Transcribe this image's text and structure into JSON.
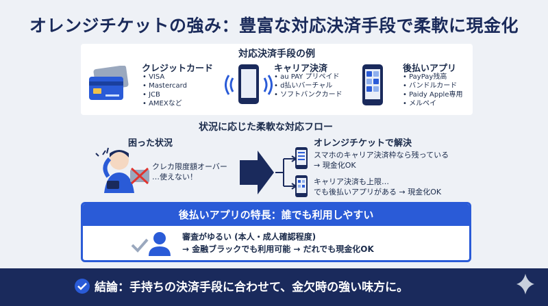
{
  "title": "オレンジチケットの強み：豊富な対応決済手段で柔軟に現金化",
  "methods": {
    "heading": "対応決済手段の例",
    "items": [
      {
        "title": "クレジットカード",
        "list": [
          "VISA",
          "Mastercard",
          "JCB",
          "AMEXなど"
        ]
      },
      {
        "title": "キャリア決済",
        "list": [
          "au PAY プリペイド",
          "d払いバーチャル",
          "ソフトバンクカード"
        ]
      },
      {
        "title": "後払いアプリ",
        "list": [
          "PayPay残高",
          "バンドルカード",
          "Paidy Apple専用",
          "メルペイ"
        ]
      }
    ]
  },
  "flow": {
    "heading": "状況に応じた柔軟な対応フロー",
    "problem_heading": "困った状況",
    "problem_lines": [
      "クレカ限度額オーバー",
      "…使えない！"
    ],
    "solution_heading": "オレンジチケットで解決",
    "solution1_lines": [
      "スマホのキャリア決済枠なら残っている",
      "→ 現金化OK"
    ],
    "solution2_lines": [
      "キャリア決済も上限…",
      "でも後払いアプリがある → 現金化OK"
    ]
  },
  "feature": {
    "heading": "後払いアプリの特長：誰でも利用しやすい",
    "line1": "審査がゆるい (本人・成人確認程度)",
    "line2": "→ 金融ブラックでも利用可能 → だれでも現金化OK"
  },
  "conclusion": "結論：手持ちの決済手段に合わせて、金欠時の強い味方に。",
  "colors": {
    "accent": "#2a5bd7",
    "navy": "#1a2a5c",
    "warning": "#e0342f"
  }
}
